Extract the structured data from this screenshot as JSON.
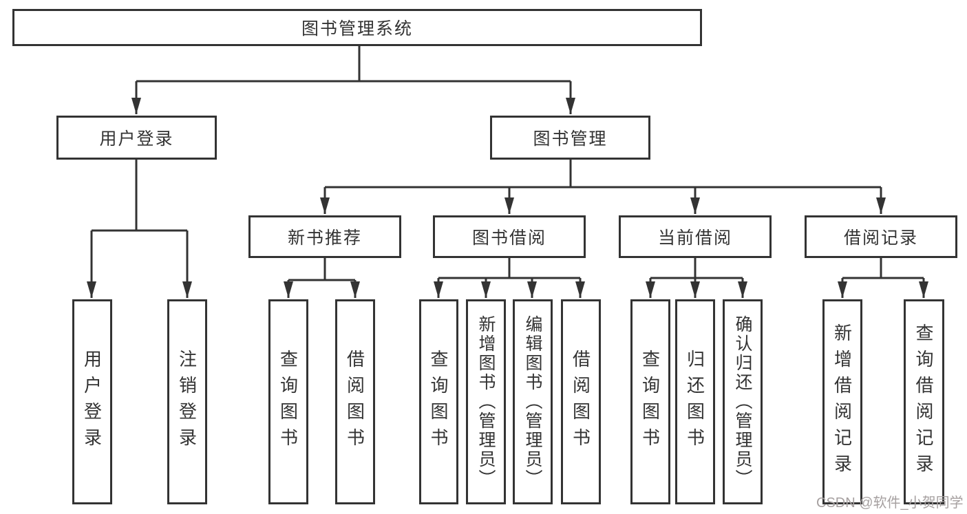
{
  "colors": {
    "bg": "#ffffff",
    "box_bg": "#ffffff",
    "line": "#333333",
    "text": "#333333",
    "watermark": "#a6a0a0"
  },
  "watermark": "CSDN @软件_小贺同学",
  "tree": {
    "root": {
      "label": "图书管理系统"
    },
    "branches": [
      {
        "label": "用户登录",
        "children": [
          {
            "label": "用户登录"
          },
          {
            "label": "注销登录"
          }
        ]
      },
      {
        "label": "图书管理",
        "children": [
          {
            "label": "新书推荐",
            "children": [
              {
                "label": "查询图书"
              },
              {
                "label": "借阅图书"
              }
            ]
          },
          {
            "label": "图书借阅",
            "children": [
              {
                "label": "查询图书"
              },
              {
                "label": "新增图书（管理员）"
              },
              {
                "label": "编辑图书（管理员）"
              },
              {
                "label": "借阅图书"
              }
            ]
          },
          {
            "label": "当前借阅",
            "children": [
              {
                "label": "查询图书"
              },
              {
                "label": "归还图书"
              },
              {
                "label": "确认归还（管理员）"
              }
            ]
          },
          {
            "label": "借阅记录",
            "children": [
              {
                "label": "新增借阅记录"
              },
              {
                "label": "查询借阅记录"
              }
            ]
          }
        ]
      }
    ]
  }
}
